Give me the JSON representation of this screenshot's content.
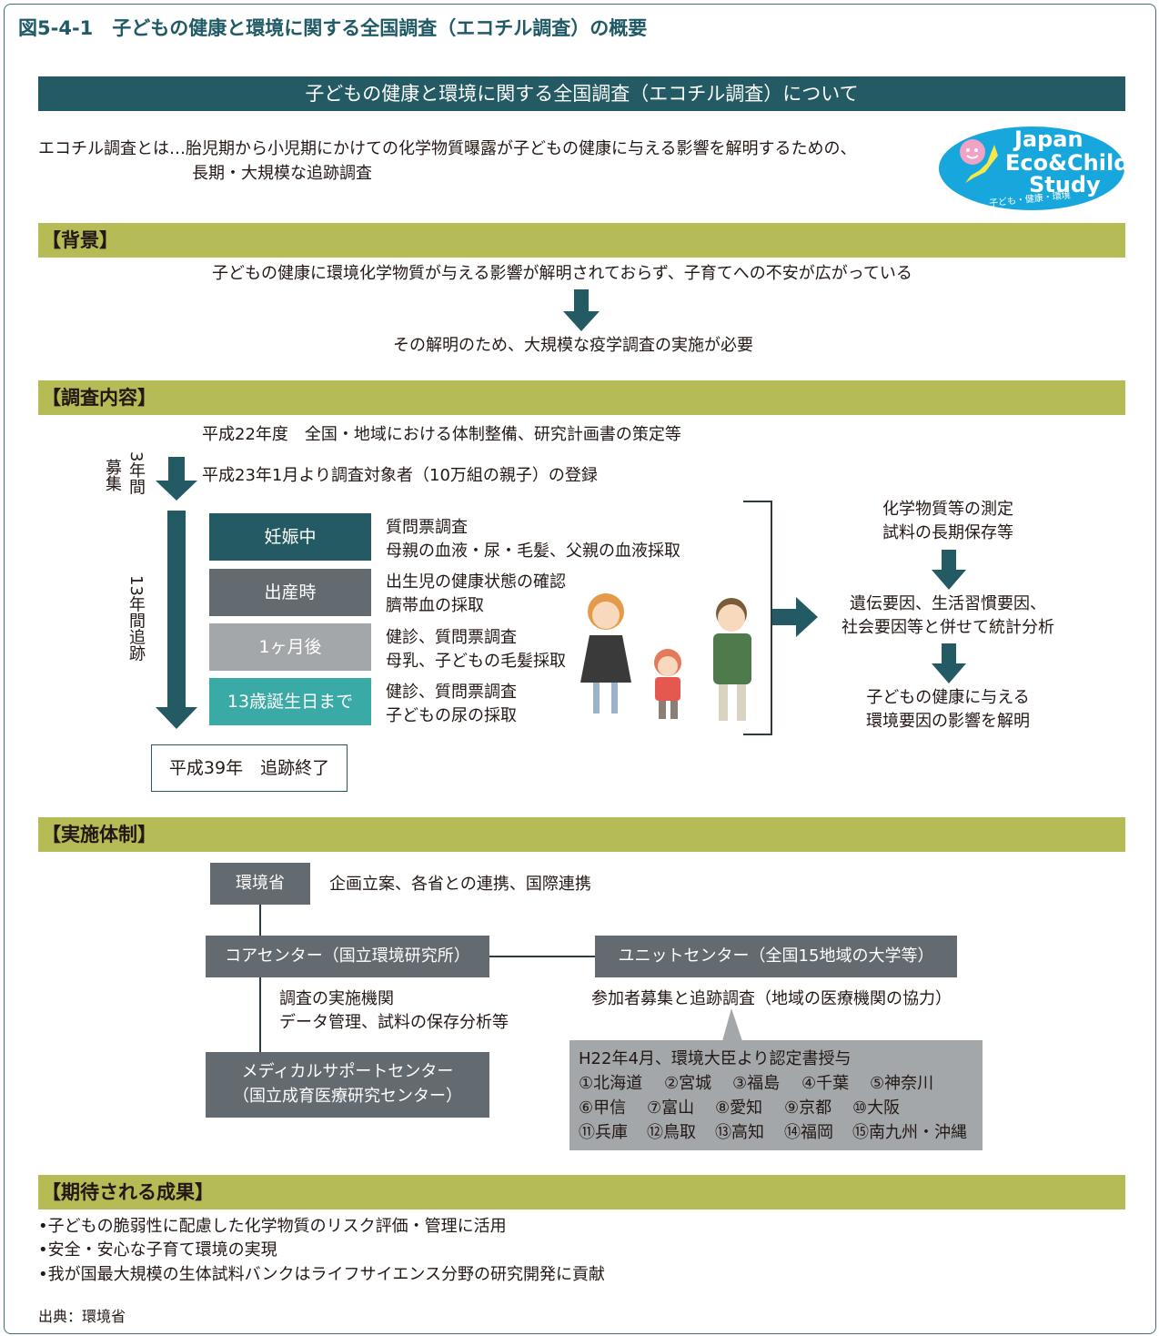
{
  "figure_title": "図5-4-1　子どもの健康と環境に関する全国調査（エコチル調査）の概要",
  "banner": "子どもの健康と環境に関する全国調査（エコチル調査）について",
  "intro": {
    "line1": "エコチル調査とは…胎児期から小児期にかけての化学物質曝露が子どもの健康に与える影響を解明するための、",
    "line2": "長期・大規模な追跡調査"
  },
  "logo": {
    "line1": "Japan",
    "line2": "Eco&Child",
    "line3": "Study",
    "sub": "子ども・健康・環境"
  },
  "background": {
    "heading": "【背景】",
    "problem": "子どもの健康に環境化学物質が与える影響が解明されておらず、子育てへの不安が広がっている",
    "need": "その解明のため、大規模な疫学調査の実施が必要"
  },
  "survey": {
    "heading": "【調査内容】",
    "step1": "平成22年度　全国・地域における体制整備、研究計画書の策定等",
    "step2": "平成23年1月より調査対象者（10万組の親子）の登録",
    "recruit_label": "募集",
    "recruit_years": "3年間",
    "follow_label": "13年間追跡",
    "phases": [
      {
        "label": "妊娠中",
        "desc1": "質問票調査",
        "desc2": "母親の血液・尿・毛髪、父親の血液採取"
      },
      {
        "label": "出産時",
        "desc1": "出生児の健康状態の確認",
        "desc2": "臍帯血の採取"
      },
      {
        "label": "1ヶ月後",
        "desc1": "健診、質問票調査",
        "desc2": "母乳、子どもの毛髪採取"
      },
      {
        "label": "13歳誕生日まで",
        "desc1": "健診、質問票調査",
        "desc2": "子どもの尿の採取"
      }
    ],
    "end": "平成39年　追跡終了",
    "analysis": {
      "a1": "化学物質等の測定",
      "a2": "試料の長期保存等",
      "b1": "遺伝要因、生活習慣要因、",
      "b2": "社会要因等と併せて統計分析",
      "c1": "子どもの健康に与える",
      "c2": "環境要因の影響を解明"
    },
    "colors": {
      "phase1": "#245a63",
      "phase2": "#636a70",
      "phase3": "#a3a7aa",
      "phase4": "#3aaaa6"
    }
  },
  "org": {
    "heading": "【実施体制】",
    "ministry": "環境省",
    "ministry_role": "企画立案、各省との連携、国際連携",
    "core": "コアセンター（国立環境研究所）",
    "core_role1": "調査の実施機関",
    "core_role2": "データ管理、試料の保存分析等",
    "medical1": "メディカルサポートセンター",
    "medical2": "（国立成育医療研究センター）",
    "unit": "ユニットセンター（全国15地域の大学等）",
    "unit_role": "参加者募集と追跡調査（地域の医療機関の協力）",
    "note_title": "H22年4月、環境大臣より認定書授与",
    "regions": [
      [
        "①北海道",
        "②宮城",
        "③福島",
        "④千葉",
        "⑤神奈川"
      ],
      [
        "⑥甲信",
        "⑦富山",
        "⑧愛知",
        "⑨京都",
        "⑩大阪"
      ],
      [
        "⑪兵庫",
        "⑫鳥取",
        "⑬高知",
        "⑭福岡",
        "⑮南九州・沖縄"
      ]
    ]
  },
  "results": {
    "heading": "【期待される成果】",
    "items": [
      "•子どもの脆弱性に配慮した化学物質のリスク評価・管理に活用",
      "•安全・安心な子育て環境の実現",
      "•我が国最大規模の生体試料バンクはライフサイエンス分野の研究開発に貢献"
    ]
  },
  "source": "出典：環境省"
}
